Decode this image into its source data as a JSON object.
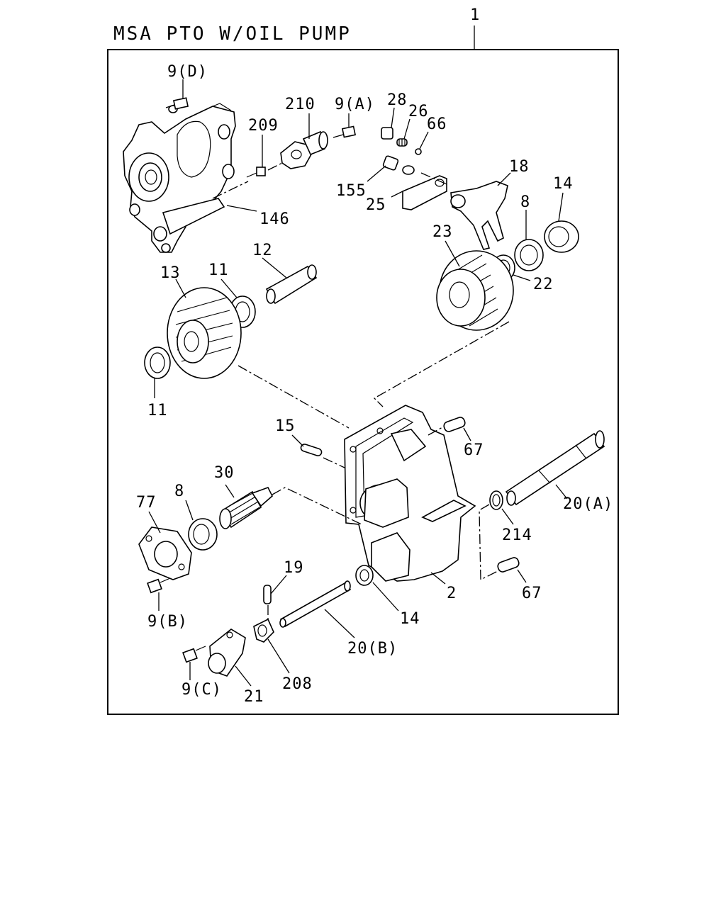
{
  "title": "MSA PTO W/OIL PUMP",
  "callouts": {
    "assembly": "1",
    "p9d": "9(D)",
    "p210": "210",
    "p9a": "9(A)",
    "p28": "28",
    "p26": "26",
    "p66": "66",
    "p209": "209",
    "p155": "155",
    "p25": "25",
    "p18": "18",
    "p14_top": "14",
    "p146": "146",
    "p8_top": "8",
    "p23": "23",
    "p22": "22",
    "p13": "13",
    "p11_top": "11",
    "p12": "12",
    "p11_bottom": "11",
    "p15": "15",
    "p67_top": "67",
    "p30": "30",
    "p77": "77",
    "p8_bottom": "8",
    "p20a": "20(A)",
    "p214": "214",
    "p19": "19",
    "p2": "2",
    "p67_bottom": "67",
    "p14_bottom": "14",
    "p9b": "9(B)",
    "p20b": "20(B)",
    "p9c": "9(C)",
    "p208": "208",
    "p21": "21"
  }
}
